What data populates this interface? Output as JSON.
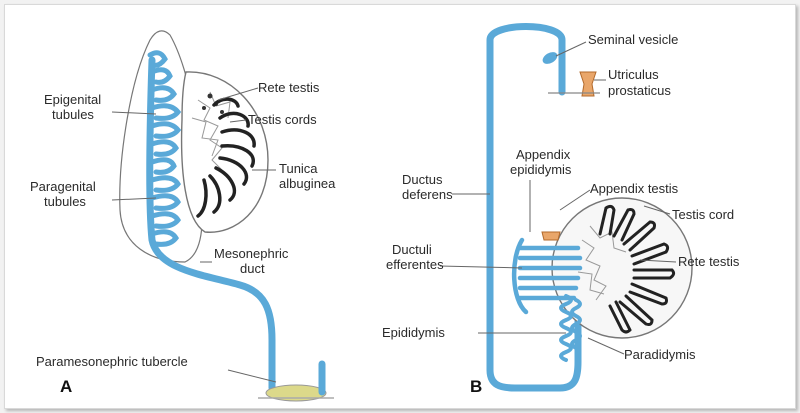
{
  "colors": {
    "duct": "#5aa9d8",
    "duct_dark": "#3a86ba",
    "outline": "#777777",
    "tubercle": "#dcd98a",
    "utriculus": "#e9a66a",
    "leader": "#666666"
  },
  "panel_a": {
    "letter": "A",
    "labels": {
      "rete_testis": "Rete testis",
      "epigenital_1": "Epigenital",
      "epigenital_2": "tubules",
      "testis_cords": "Testis cords",
      "tunica_1": "Tunica",
      "tunica_2": "albuginea",
      "paragenital_1": "Paragenital",
      "paragenital_2": "tubules",
      "mesonephric_1": "Mesonephric",
      "mesonephric_2": "duct",
      "paramesonephric": "Paramesonephric tubercle"
    }
  },
  "panel_b": {
    "letter": "B",
    "labels": {
      "seminal_vesicle": "Seminal vesicle",
      "utriculus_1": "Utriculus",
      "utriculus_2": "prostaticus",
      "appendix_epid_1": "Appendix",
      "appendix_epid_2": "epididymis",
      "ductus_1": "Ductus",
      "ductus_2": "deferens",
      "appendix_testis": "Appendix testis",
      "testis_cord": "Testis cord",
      "ductuli_1": "Ductuli",
      "ductuli_2": "efferentes",
      "rete_testis": "Rete testis",
      "epididymis": "Epididymis",
      "paradidymis": "Paradidymis"
    }
  }
}
